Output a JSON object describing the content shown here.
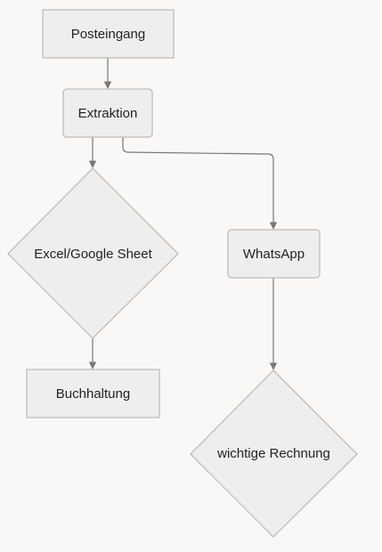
{
  "diagram": {
    "nodes": {
      "posteingang": {
        "label": "Posteingang",
        "shape": "rect-sharp"
      },
      "extraktion": {
        "label": "Extraktion",
        "shape": "rect-rounded"
      },
      "excel": {
        "label": "Excel/Google Sheet",
        "shape": "diamond"
      },
      "buchhaltung": {
        "label": "Buchhaltung",
        "shape": "rect-sharp"
      },
      "whatsapp": {
        "label": "WhatsApp",
        "shape": "rect-rounded"
      },
      "rechnung": {
        "label": "wichtige Rechnung",
        "shape": "diamond"
      }
    },
    "edges": [
      {
        "from": "posteingang",
        "to": "extraktion"
      },
      {
        "from": "extraktion",
        "to": "excel"
      },
      {
        "from": "extraktion",
        "to": "whatsapp"
      },
      {
        "from": "excel",
        "to": "buchhaltung"
      },
      {
        "from": "whatsapp",
        "to": "rechnung"
      }
    ],
    "colors": {
      "background": "#f9f8f7",
      "node_fill": "#eeeeee",
      "node_stroke": "#bdbdbd",
      "edge": "#777777",
      "text": "#222222"
    }
  }
}
